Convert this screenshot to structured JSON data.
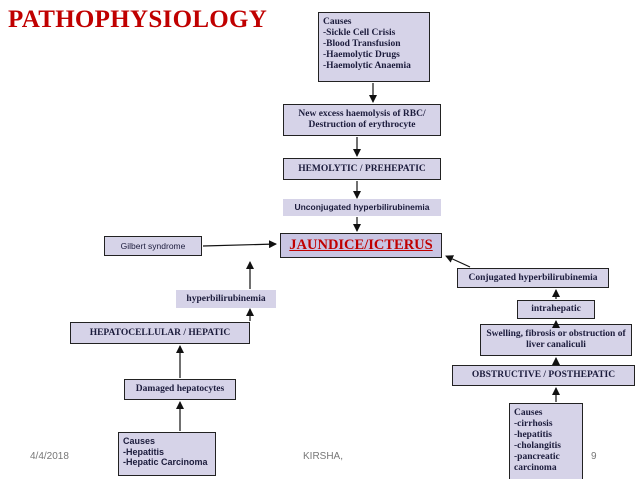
{
  "title": "PATHOPHYSIOLOGY",
  "causes_top": {
    "heading": "Causes",
    "items": [
      "-Sickle Cell Crisis",
      "-Blood Transfusion",
      "-Haemolytic Drugs",
      "-Haemolytic Anaemia"
    ]
  },
  "new_excess": "New excess haemolysis of RBC/ Destruction of erythrocyte",
  "hemolytic": "HEMOLYTIC / PREHEPATIC",
  "unconjugated": "Unconjugated hyperbilirubinemia",
  "jaundice": "JAUNDICE/ICTERUS",
  "gilbert": "Gilbert syndrome",
  "conjugated": "Conjugated hyperbilirubinemia",
  "intrahepatic": "intrahepatic",
  "swelling": "Swelling, fibrosis or obstruction of liver canaliculi",
  "obstructive": "OBSTRUCTIVE / POSTHEPATIC",
  "causes_right": {
    "heading": "Causes",
    "items": [
      "-cirrhosis",
      "-hepatitis",
      "-cholangitis",
      "-pancreatic",
      "carcinoma"
    ]
  },
  "hyperbilirubinemia": "hyperbilirubinemia",
  "hepatocellular": "HEPATOCELLULAR / HEPATIC",
  "damaged": "Damaged hepatocytes",
  "causes_left": {
    "heading": "Causes",
    "items": [
      "-Hepatitis",
      "-Hepatic Carcinoma"
    ]
  },
  "footer": {
    "date": "4/4/2018",
    "author": "KIRSHA,",
    "page": "9"
  }
}
